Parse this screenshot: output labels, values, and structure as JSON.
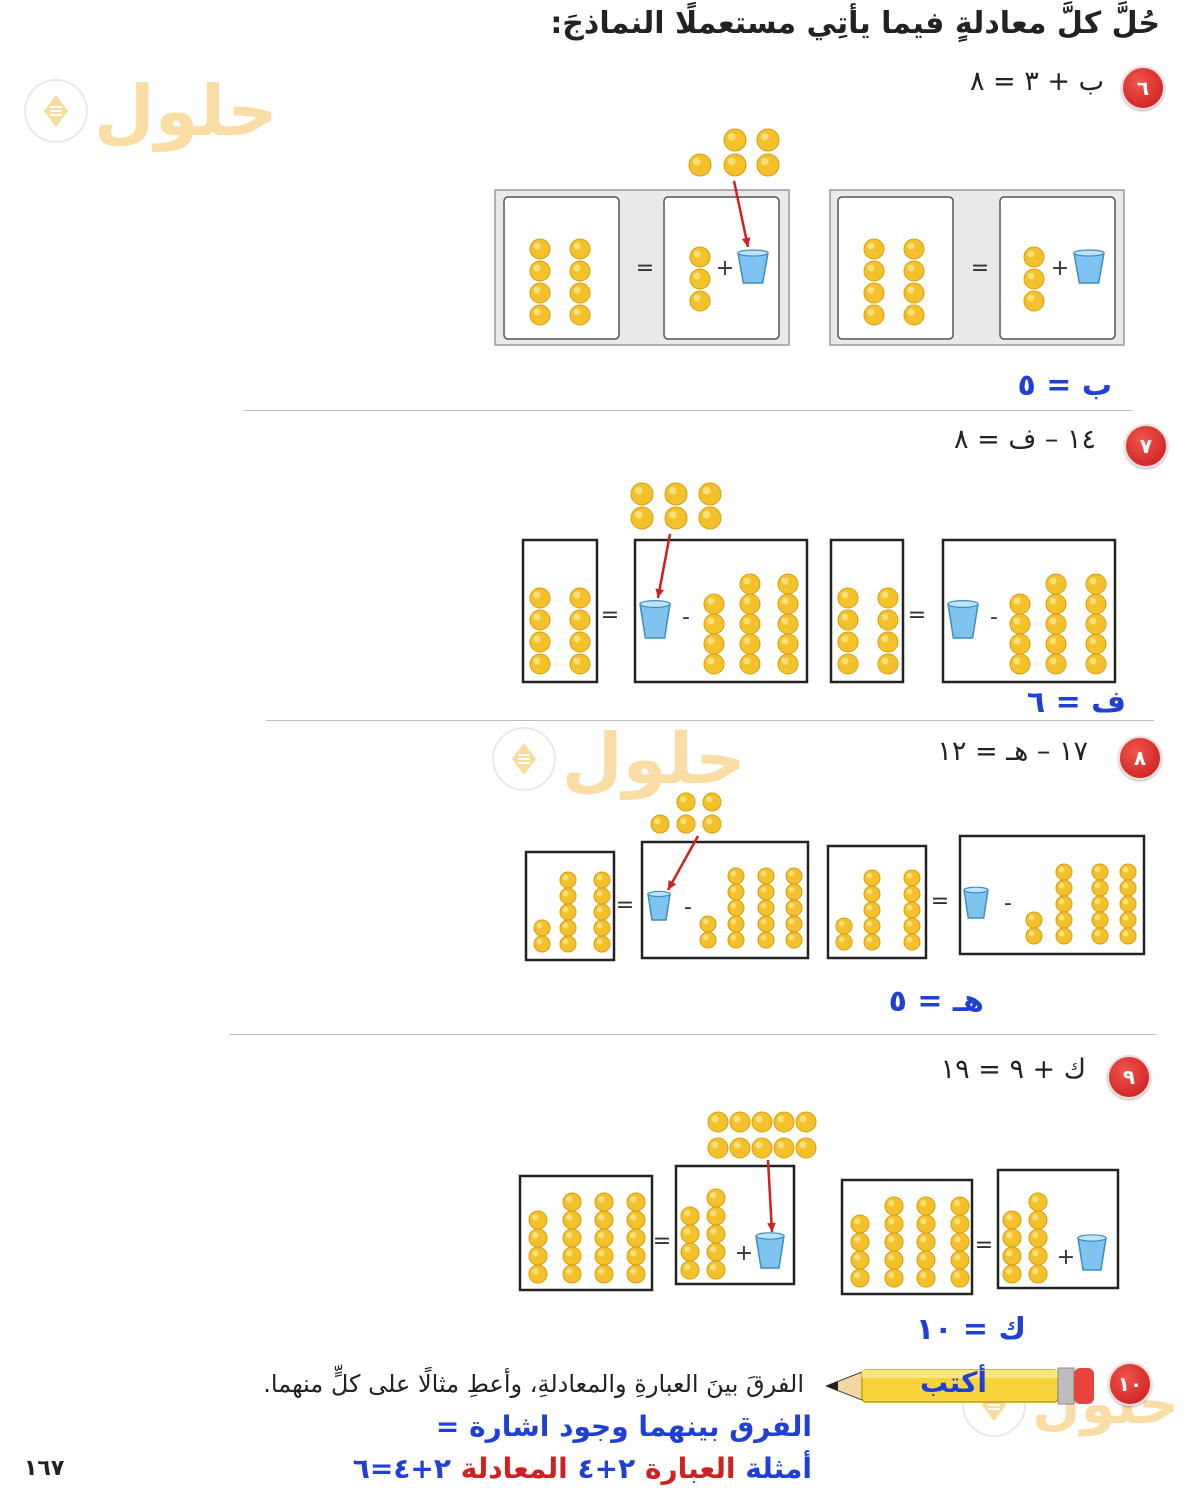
{
  "instruction": "حُلَّ كلَّ معادلةٍ فيما يأتِي مستعملًا النماذجَ:",
  "logo_text": "حلول",
  "problems": [
    {
      "number": "٦",
      "equation": "ب + ٣ = ٨",
      "answer": "ب = ٥",
      "operation": "+",
      "operand_dots": 3,
      "result_dots": 8,
      "counters_above": 5
    },
    {
      "number": "٧",
      "equation": "١٤ – ف = ٨",
      "answer": "ف = ٦",
      "operation": "-",
      "operand_dots": 14,
      "result_dots": 8,
      "counters_above": 6
    },
    {
      "number": "٨",
      "equation": "١٧ – هـ = ١٢",
      "answer": "هـ = ٥",
      "operation": "-",
      "operand_dots": 17,
      "result_dots": 12,
      "counters_above": 5
    },
    {
      "number": "٩",
      "equation": "ك + ٩ = ١٩",
      "answer": "ك = ١٠",
      "operation": "+",
      "operand_dots": 9,
      "result_dots": 19,
      "counters_above": 10
    }
  ],
  "writing": {
    "number": "١٠",
    "label": "أكتب",
    "prompt": "الفرقَ بينَ العبارةِ والمعادلةِ، وأعطِ مثالًا على كلٍّ منهما.",
    "answer_line1": "الفرق بينهما وجود اشارة =",
    "answer_line2_prefix": "أمثلة ",
    "answer_line2_expr_label": "العبارة",
    "answer_line2_expr": " ٢+٤ ",
    "answer_line2_eq_label": "المعادلة",
    "answer_line2_eq": " ٢+٤=٦"
  },
  "page_number": "١٦٧",
  "colors": {
    "accent_red": "#c7161d",
    "answer_blue": "#1f3fd6",
    "counter_yellow": "#f4c12a",
    "cup_blue": "#7fc4ee",
    "arrow_red": "#d21f1f"
  }
}
